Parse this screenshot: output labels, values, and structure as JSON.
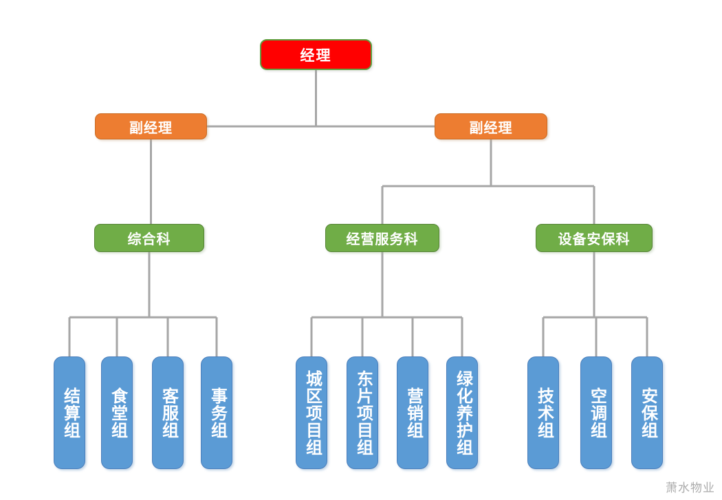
{
  "palette": {
    "level1_fill": "#ff0000",
    "level1_border": "#5f9e3e",
    "level2_fill": "#ed7d31",
    "level3_fill": "#70ad47",
    "level4_fill": "#5b9bd5",
    "connector": "#a6a6a6",
    "text": "#ffffff",
    "watermark": "#ababab"
  },
  "org": {
    "root": {
      "label": "经理"
    },
    "deputies": [
      {
        "label": "副经理"
      },
      {
        "label": "副经理"
      }
    ],
    "sections": [
      {
        "label": "综合科"
      },
      {
        "label": "经营服务科"
      },
      {
        "label": "设备安保科"
      }
    ],
    "groups": [
      {
        "parent": "综合科",
        "items": [
          {
            "label": "结算组"
          },
          {
            "label": "食堂组"
          },
          {
            "label": "客服组"
          },
          {
            "label": "事务组"
          }
        ]
      },
      {
        "parent": "经营服务科",
        "items": [
          {
            "label": "城区项目组"
          },
          {
            "label": "东片项目组"
          },
          {
            "label": "营销组"
          },
          {
            "label": "绿化养护组"
          }
        ]
      },
      {
        "parent": "设备安保科",
        "items": [
          {
            "label": "技术组"
          },
          {
            "label": "空调组"
          },
          {
            "label": "安保组"
          }
        ]
      }
    ],
    "watermark": "萧水物业"
  }
}
